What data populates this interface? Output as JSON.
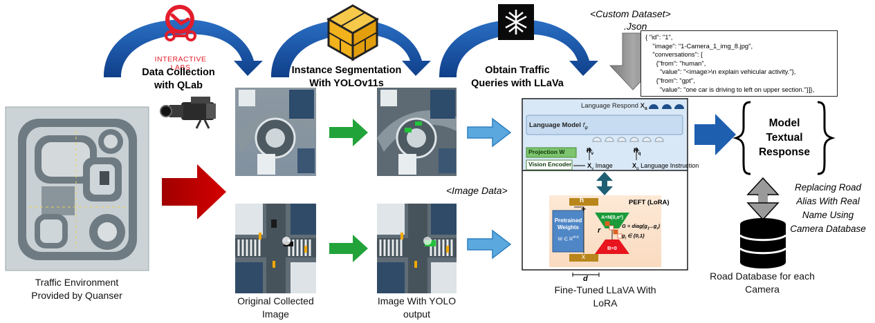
{
  "stages": {
    "qlab": {
      "logo_text": "INTERACTIVE LABS",
      "title_line1": "Data Collection",
      "title_line2": "with QLab"
    },
    "yolo": {
      "title_line1": "Instance Segmentation",
      "title_line2": "With YOLOv11s"
    },
    "llava": {
      "title_line1": "Obtain Traffic",
      "title_line2": "Queries with LLaVa"
    }
  },
  "dataset": {
    "title": "<Custom Dataset>",
    "subtitle": ".Json"
  },
  "json_snippet": "{ \"id\": \"1\",\n    \"image\": \"1-Camera_1_img_8.jpg\",\n    \"conversations\": [\n      {\"from\": \"human\",\n        \"value\": \"<image>\\n explain vehicular activity.\"},\n      {\"from\": \"gpt\",\n        \"value\": \"one car is driving to left on upper section.\"}]},",
  "captions": {
    "environment_line1": "Traffic Environment",
    "environment_line2": "Provided by Quanser",
    "original_line1": "Original Collected",
    "original_line2": "Image",
    "yolo_line1": "Image With YOLO",
    "yolo_line2": "output",
    "finetuned_line1": "Fine-Tuned LLaVA With",
    "finetuned_line2": "LoRA",
    "database_line1": "Road Database for each",
    "database_line2": "Camera"
  },
  "image_data_label": "<Image Data>",
  "llava_arch": {
    "language_respond": "Language Respond",
    "language_model": "Language Model",
    "projection": "Projection W",
    "vision_encoder": "Vision Encoder",
    "image": "Image",
    "language_instruction": "Language Instruction"
  },
  "lora": {
    "title": "PEFT (LoRA)",
    "h": "h",
    "pretrained_line1": "Pretrained",
    "pretrained_line2": "Weights",
    "a_label": "A=N(0,σ²)",
    "b_label": "B=0",
    "x": "x",
    "d": "d",
    "r": "r"
  },
  "response": {
    "line1": "Model",
    "line2": "Textual",
    "line3": "Response"
  },
  "replacing": {
    "line1": "Replacing Road",
    "line2": "Alias With Real",
    "line3": "Name Using",
    "line4": "Camera Database"
  },
  "colors": {
    "blue_arrow": "#1f5fb0",
    "red_arrow": "#c00000",
    "green_arrow": "#22a33a",
    "light_blue_arrow": "#5aa8dd",
    "gray_arrow": "#8c8c8c",
    "teal_arrow": "#1f5f74",
    "qlab_red": "#e31d2b",
    "yolo_gold": "#f2b21c",
    "lora_red": "#e8141e",
    "lora_green": "#1a9a3a",
    "lora_gold": "#b9861c"
  }
}
